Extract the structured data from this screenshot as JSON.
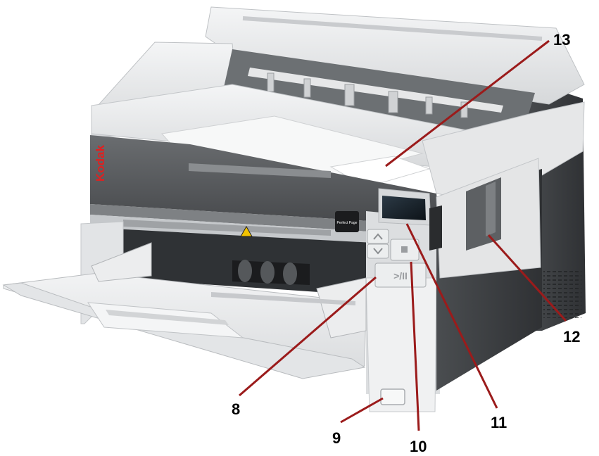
{
  "brand": {
    "logo_text": "Kodak",
    "badge_text": "Perfect Page",
    "color": "#e02020"
  },
  "colors": {
    "callout_line": "#9b1b1b",
    "panel_light": "#e9eaeb",
    "panel_mid": "#c9cbcd",
    "body_dark": "#55585b",
    "body_darker": "#3d4043"
  },
  "controls": {
    "start_pause_glyph": ">/II"
  },
  "callouts": [
    {
      "id": "13",
      "label": "13"
    },
    {
      "id": "12",
      "label": "12"
    },
    {
      "id": "11",
      "label": "11"
    },
    {
      "id": "10",
      "label": "10"
    },
    {
      "id": "9",
      "label": "9"
    },
    {
      "id": "8",
      "label": "8"
    }
  ]
}
